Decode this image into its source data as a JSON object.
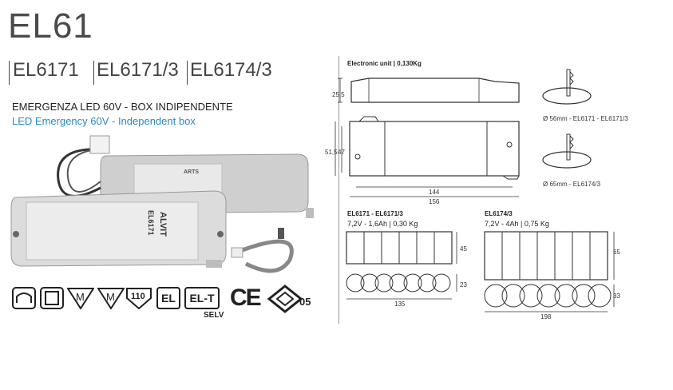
{
  "title": "EL61",
  "models": [
    "EL6171",
    "EL6171/3",
    "EL6174/3"
  ],
  "description": {
    "it": "EMERGENZA LED 60V -  BOX INDIPENDENTE",
    "en": "LED Emergency 60V - Independent box"
  },
  "product_labels": {
    "brand": "ALVIT",
    "code": "EL6171",
    "arts": "ARTS"
  },
  "certifications": {
    "m1": "M",
    "m2": "M",
    "temp": "110",
    "el": "EL",
    "elt": "EL-T",
    "ce": "CE",
    "enec": "05",
    "selv": "SELV"
  },
  "drawing": {
    "unit_label": "Electronic unit | 0,130Kg",
    "dim_h": "25,5",
    "dim_w1": "51,5",
    "dim_w2": "47",
    "dim_l1": "144",
    "dim_l2": "156",
    "cutout1": "Ø 56mm - EL6171 - EL6171/3",
    "cutout2": "Ø 65mm - EL6174/3",
    "battery1": {
      "name": "EL6171 - EL6171/3",
      "spec": "7,2V - 1,6Ah | 0,30 Kg",
      "h": "45",
      "d": "23",
      "l": "135"
    },
    "battery2": {
      "name": "EL6174/3",
      "spec": "7,2V - 4Ah | 0,75 Kg",
      "h": "65",
      "d": "33",
      "l": "198"
    }
  }
}
